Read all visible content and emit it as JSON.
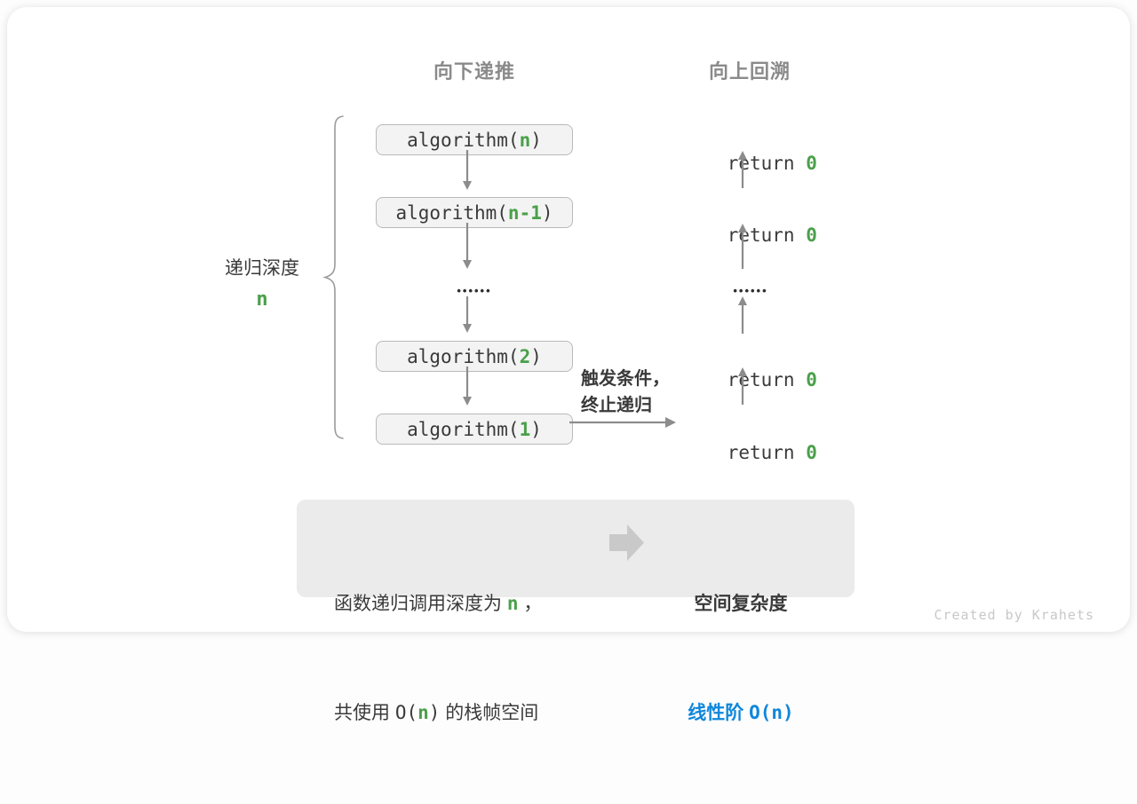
{
  "title": "递归函数的空间复杂度示意图",
  "colors": {
    "green_token": "#4aa04a",
    "blue_result": "#0f87db",
    "dark_text": "#3a3a3a",
    "header_gray": "#8a8a8a",
    "box_bg": "#f3f3f3",
    "box_border": "#b9b9b9",
    "arrow_gray": "#8c8c8c",
    "panel_bg": "#ebebeb",
    "block_arrow": "#c9c9c9",
    "credit_gray": "#c8c8c8"
  },
  "headers": {
    "down_label": "向下递推",
    "up_label": "向上回溯"
  },
  "depth_label": {
    "text": "递归深度",
    "value": "n"
  },
  "call_stack": [
    {
      "pre": "algorithm(",
      "arg": "n",
      "post": ")"
    },
    {
      "pre": "algorithm(",
      "arg": "n-1",
      "post": ")"
    },
    {
      "pre": "algorithm(",
      "arg": "2",
      "post": ")"
    },
    {
      "pre": "algorithm(",
      "arg": "1",
      "post": ")"
    }
  ],
  "ellipsis": {
    "left": "••••••",
    "right": "••••••"
  },
  "returns": [
    {
      "pre": "return ",
      "val": "0"
    },
    {
      "pre": "return ",
      "val": "0"
    },
    {
      "pre": "return ",
      "val": "0"
    },
    {
      "pre": "return ",
      "val": "0"
    }
  ],
  "annotation": {
    "line1": "触发条件，",
    "line2": "终止递归"
  },
  "summary": {
    "line1_pre": "函数递归调用深度为 ",
    "line1_arg": "n",
    "line1_post": " ，",
    "line2_pre": "共使用 ",
    "line2_code_pre": "O(",
    "line2_arg": "n",
    "line2_code_post": ")",
    "line2_post": " 的栈帧空间",
    "result_title": "空间复杂度",
    "result_value_cn": "线性阶 ",
    "result_value_code": "O(n)"
  },
  "credit": "Created by Krahets"
}
